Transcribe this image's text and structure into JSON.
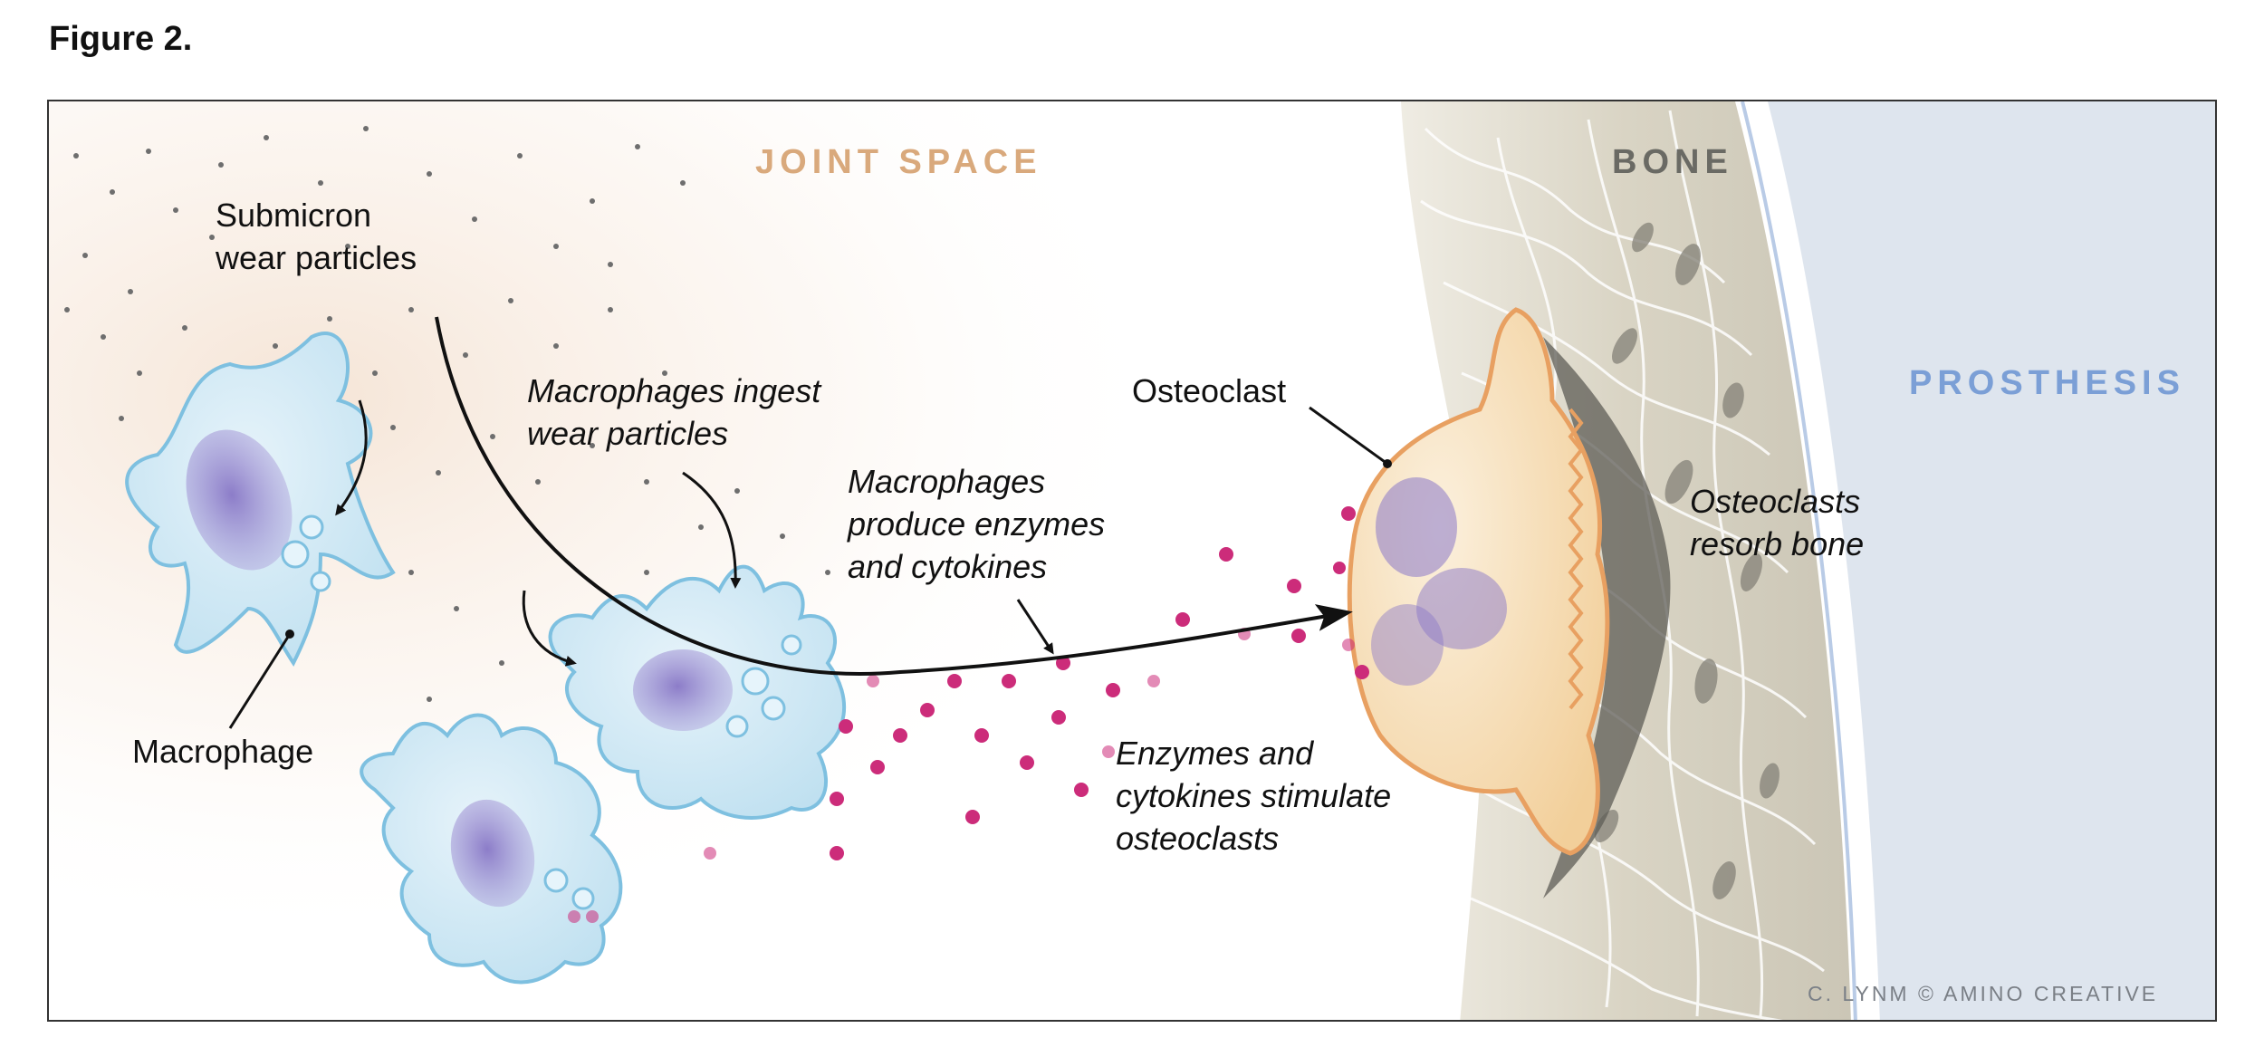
{
  "figure_title": "Figure 2.",
  "regions": {
    "joint_space": "JOINT SPACE",
    "bone": "BONE",
    "prosthesis": "PROSTHESIS"
  },
  "labels": {
    "submicron_line1": "Submicron",
    "submicron_line2": "wear particles",
    "ingest_line1": "Macrophages ingest",
    "ingest_line2": "wear particles",
    "produce_line1": "Macrophages",
    "produce_line2": "produce enzymes",
    "produce_line3": "and cytokines",
    "osteoclast": "Osteoclast",
    "resorb_line1": "Osteoclasts",
    "resorb_line2": "resorb bone",
    "macrophage": "Macrophage",
    "stimulate_line1": "Enzymes and",
    "stimulate_line2": "cytokines stimulate",
    "stimulate_line3": "osteoclasts"
  },
  "credit": "C. LYNM © AMINO CREATIVE",
  "colors": {
    "joint_space_label": "#d9a97c",
    "bone_label": "#6a6a64",
    "prosthesis_label": "#7b9fd6",
    "macrophage_fill": "#cfe7f3",
    "macrophage_outline": "#7ec0e0",
    "nucleus": "#8a78c8",
    "cytokine": "#cc2c7a",
    "osteoclast_fill": "#f6deb8",
    "osteoclast_outline": "#e8a061",
    "bone_fill": "#d8d3c3",
    "prosthesis_fill": "#dee5ee"
  }
}
